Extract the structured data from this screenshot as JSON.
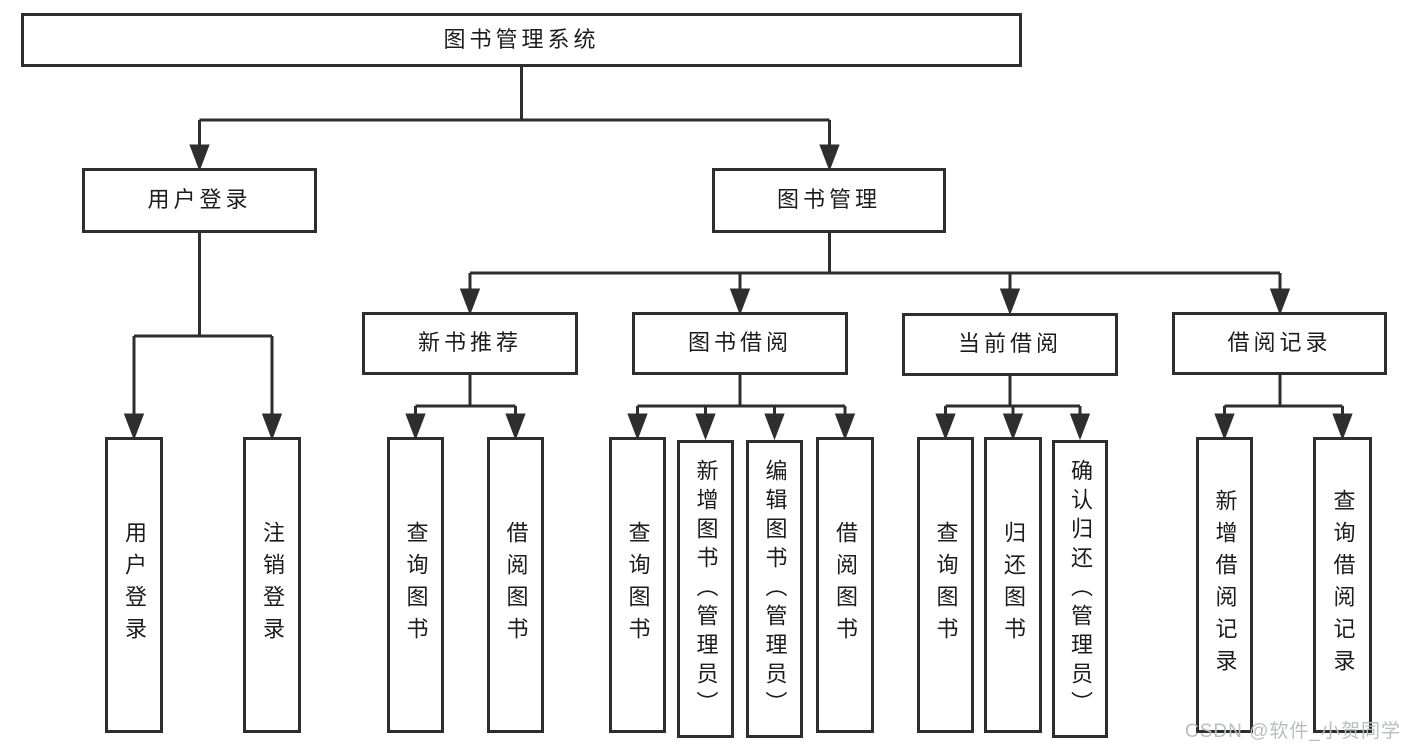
{
  "diagram": {
    "root": {
      "label": "图书管理系统"
    },
    "level2": [
      {
        "label": "用户登录"
      },
      {
        "label": "图书管理"
      }
    ],
    "level3": [
      {
        "label": "新书推荐"
      },
      {
        "label": "图书借阅"
      },
      {
        "label": "当前借阅"
      },
      {
        "label": "借阅记录"
      }
    ],
    "leaves": [
      {
        "label": "用户登录"
      },
      {
        "label": "注销登录"
      },
      {
        "label": "查询图书"
      },
      {
        "label": "借阅图书"
      },
      {
        "label": "查询图书"
      },
      {
        "label": "新增图书（管理员）"
      },
      {
        "label": "编辑图书（管理员）"
      },
      {
        "label": "借阅图书"
      },
      {
        "label": "查询图书"
      },
      {
        "label": "归还图书"
      },
      {
        "label": "确认归还（管理员）"
      },
      {
        "label": "新增借阅记录"
      },
      {
        "label": "查询借阅记录"
      }
    ],
    "watermark": "CSDN @软件_小贺同学",
    "colors": {
      "line": "#2e2e2e",
      "text": "#1c1c1c",
      "watermark": "#b9bcc1",
      "background": "#ffffff"
    }
  }
}
